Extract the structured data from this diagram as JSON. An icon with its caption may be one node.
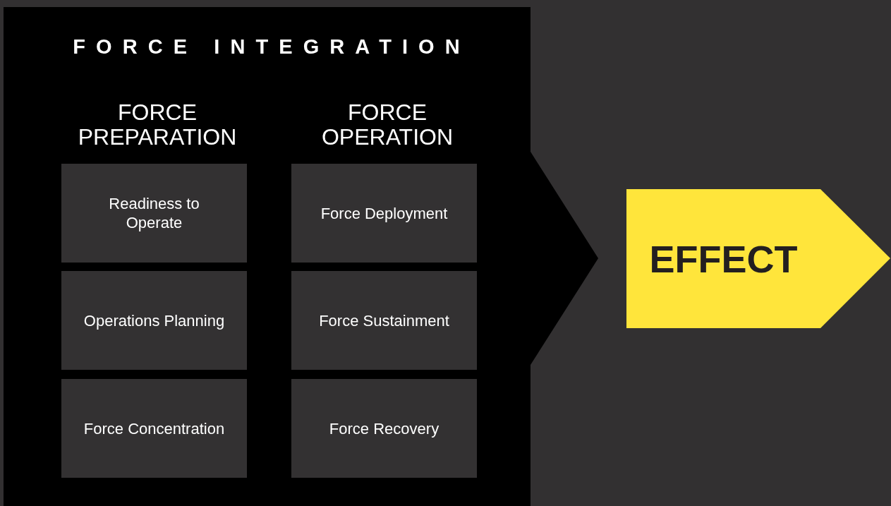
{
  "diagram": {
    "nodes": [
      {
        "text": [
          "FORCE INTEGRATION"
        ]
      },
      {
        "text": [
          "Readiness to Operate"
        ],
        "in": 0
      },
      {
        "text": [
          "Force Deployment"
        ],
        "in": 0
      },
      {
        "text": [
          "Operations Planning"
        ],
        "in": 0
      },
      {
        "text": [
          "Force Sustainment"
        ],
        "in": 0
      },
      {
        "text": [
          "Force Concentration"
        ],
        "in": 0
      },
      {
        "text": [
          "Force Recovery"
        ],
        "in": 0
      },
      {
        "text": [
          "EFFECT"
        ]
      }
    ],
    "labels": [
      "FORCE PREPARATION",
      "FORCE OPERATION"
    ]
  }
}
